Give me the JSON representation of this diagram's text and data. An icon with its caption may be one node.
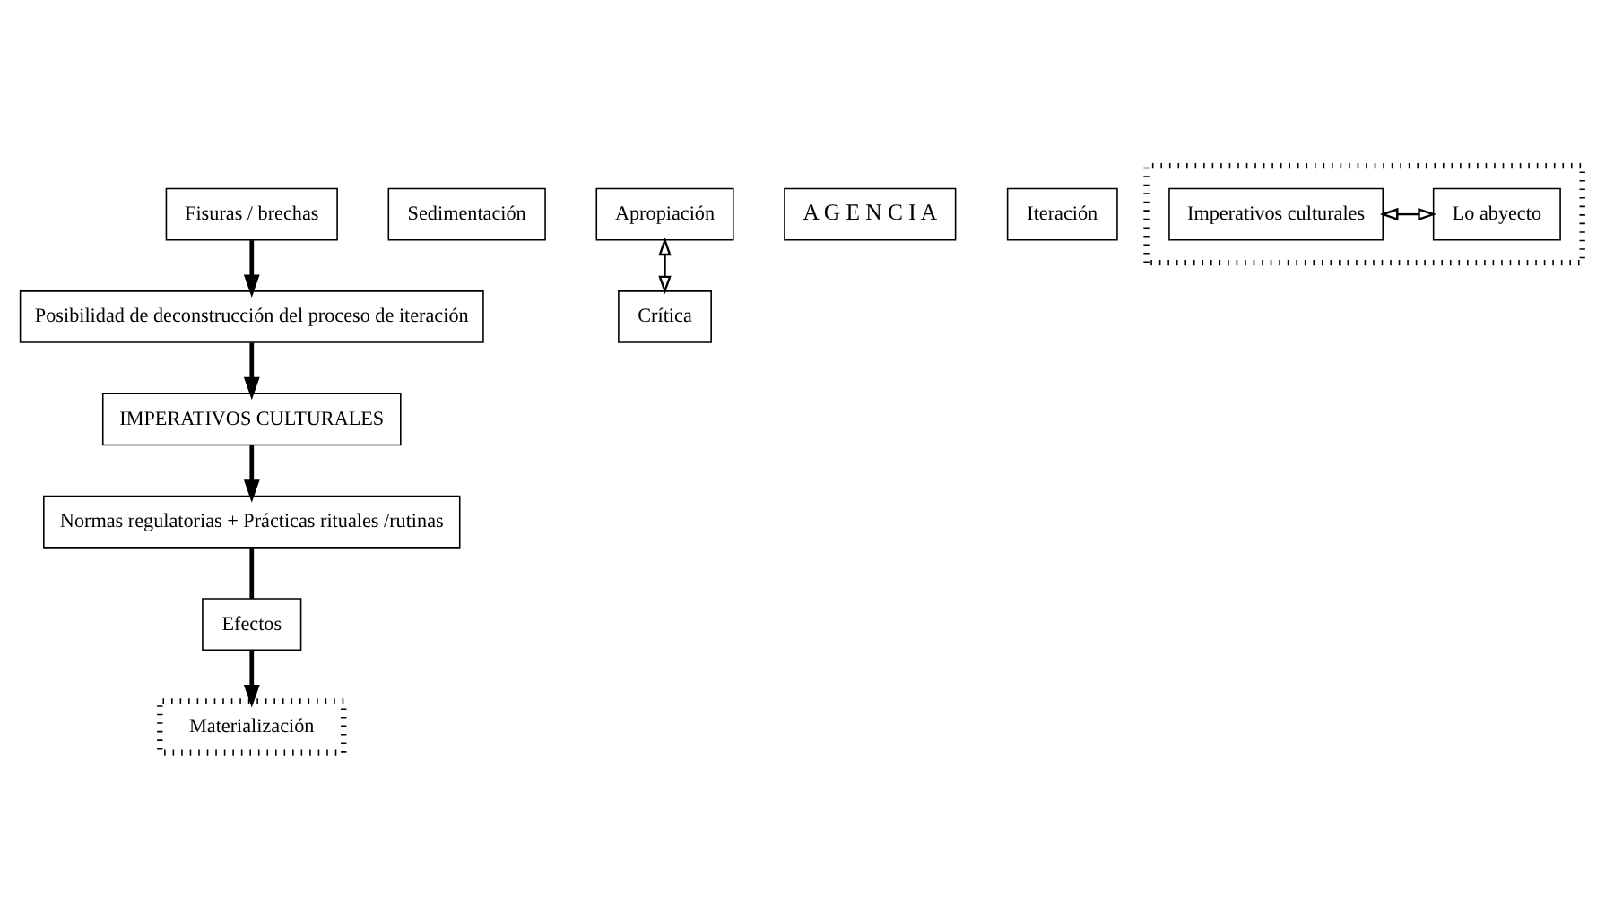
{
  "diagram": {
    "nodes": [
      {
        "text": [
          "IMPERATIVOS CULTURALES"
        ]
      },
      {
        "text": [
          "Sedimentación"
        ]
      },
      {
        "text": [
          "Apropiación"
        ]
      },
      {
        "text": [
          "Normas regulatorias + Prácticas rituales /rutinas"
        ]
      },
      {
        "text": [
          "Efectos"
        ]
      },
      {
        "text": [
          "A G E N C I A"
        ]
      },
      {
        "text": [
          "Iteración"
        ]
      },
      {
        "text": [
          "Materialización"
        ]
      },
      {
        "text": [],
        "shape": "box"
      },
      {
        "text": [
          "Imperativos culturales"
        ],
        "in": 8
      },
      {
        "text": [
          "Lo abyecto"
        ],
        "in": 8
      },
      {
        "text": [
          "Posibilidad de deconstrucción del proceso de iteración"
        ]
      },
      {
        "text": [
          "Crítica"
        ]
      },
      {
        "text": [
          "Fisuras / brechas"
        ]
      }
    ],
    "edges": [
      {
        "from": 0,
        "to": 3,
        "arrow": "to"
      },
      {
        "from": 3,
        "to": 4,
        "arrow": "none"
      },
      {
        "from": 4,
        "to": 7,
        "arrow": "to"
      },
      {
        "from": 2,
        "to": 12,
        "arrow": "both"
      },
      {
        "from": 9,
        "to": 10,
        "arrow": "both"
      },
      {
        "from": 13,
        "to": 11,
        "arrow": "to"
      },
      {
        "from": 11,
        "to": 0,
        "arrow": "to"
      }
    ]
  }
}
